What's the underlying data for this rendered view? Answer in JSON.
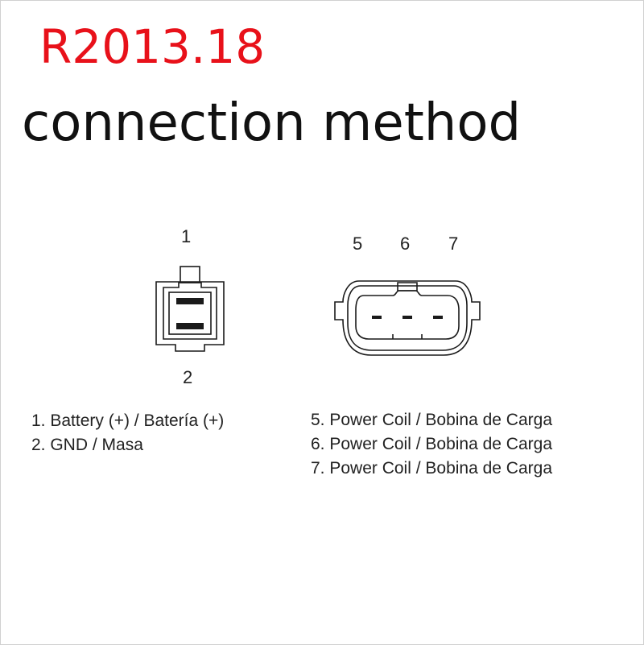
{
  "header": {
    "model": "R2013.18",
    "title": "connection method"
  },
  "connector_left": {
    "pin_top": "1",
    "pin_bottom": "2",
    "legend": [
      "1. Battery (+) / Batería (+)",
      "2. GND / Masa"
    ]
  },
  "connector_right": {
    "pins": [
      "5",
      "6",
      "7"
    ],
    "legend": [
      "5. Power Coil / Bobina de Carga",
      "6. Power Coil / Bobina de Carga",
      "7. Power Coil / Bobina de Carga"
    ]
  },
  "colors": {
    "model_text": "#e8111a",
    "title_text": "#111111",
    "line": "#1a1a1a"
  }
}
